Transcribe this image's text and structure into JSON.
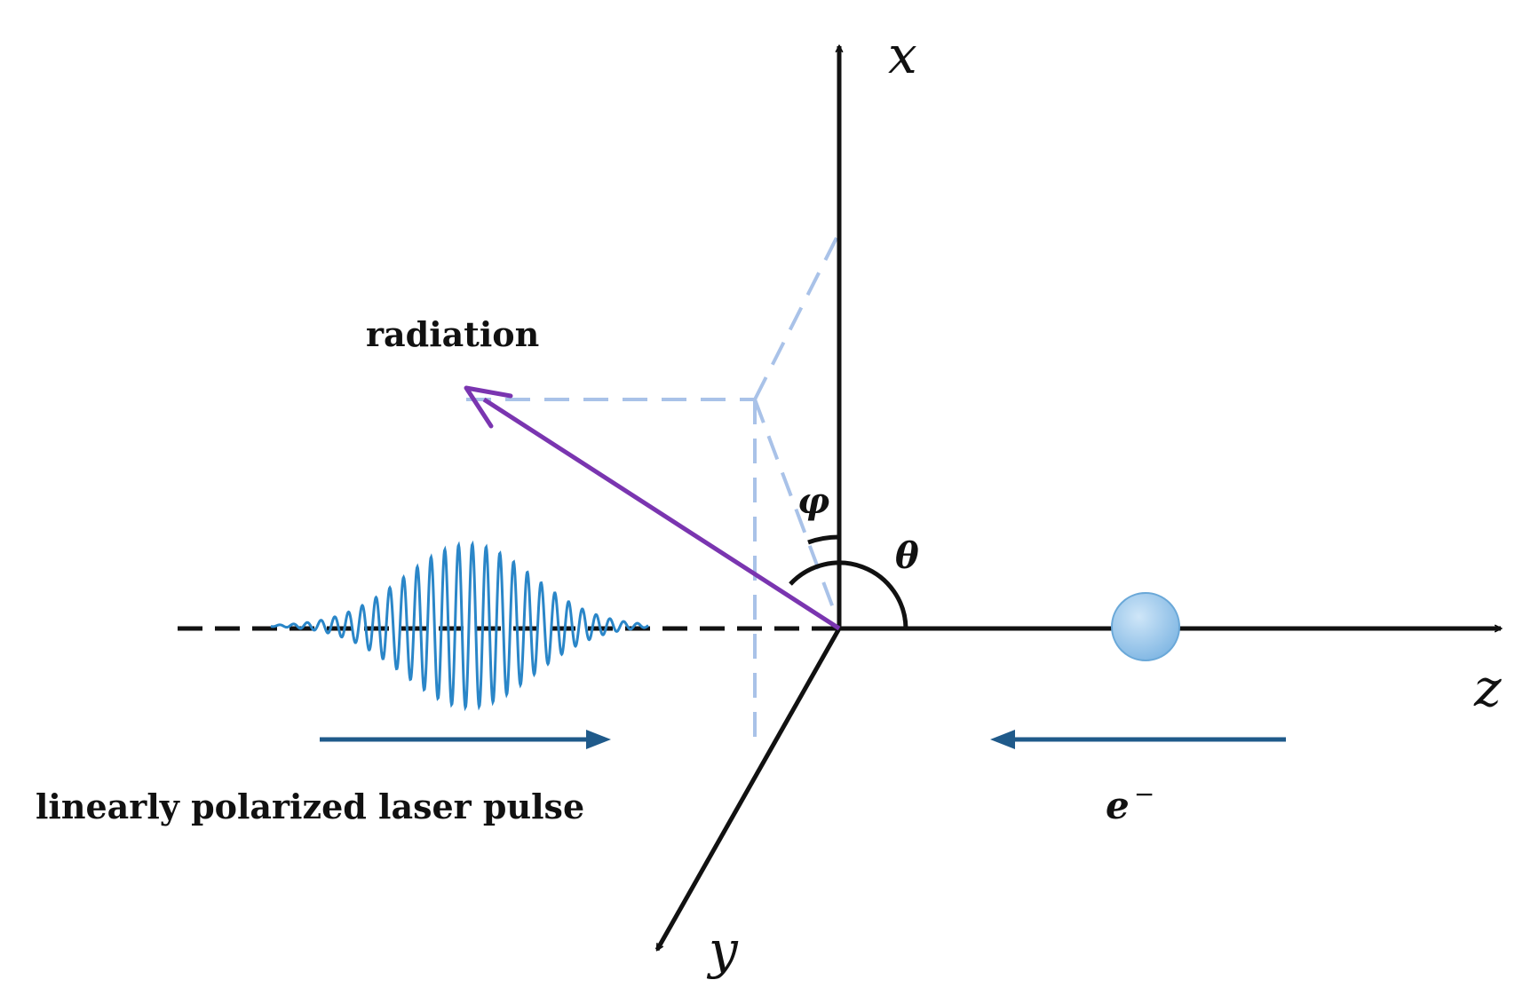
{
  "axes": {
    "x_label": "x",
    "y_label": "y",
    "z_label": "z"
  },
  "angles": {
    "phi": "φ",
    "theta": "θ"
  },
  "labels": {
    "radiation": "radiation",
    "laser": "linearly polarized laser pulse",
    "electron_base": "e",
    "electron_sup": "−"
  },
  "colors": {
    "axis": "#111111",
    "radiation_vector": "#7a35b0",
    "projection_dashes": "#a9c2e8",
    "laser_wave": "#2a86c8",
    "direction_arrows": "#1f5a8a",
    "electron_fill": "#9ec9ea",
    "electron_edge": "#6aa8d8"
  }
}
